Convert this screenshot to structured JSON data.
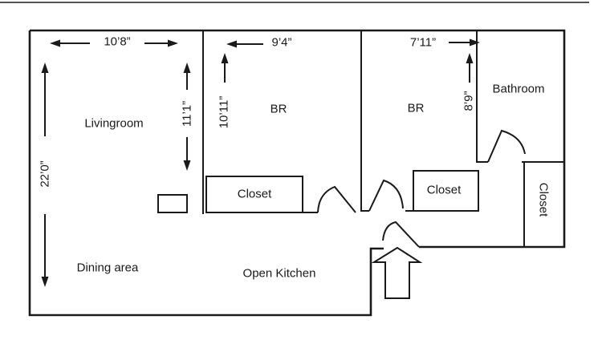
{
  "diagram_type": "apartment-floor-plan",
  "colors": {
    "line": "#1a1a1a",
    "background": "#ffffff"
  },
  "rooms": {
    "livingroom": "Livingroom",
    "bedroom1": "BR",
    "bedroom2": "BR",
    "bathroom": "Bathroom",
    "closet_bedroom1": "Closet",
    "closet_bedroom2": "Closet",
    "closet_hall": "Closet",
    "dining": "Dining area",
    "kitchen": "Open Kitchen"
  },
  "dimensions": {
    "livingroom_width": "10’8”",
    "bedroom1_width": "9’4”",
    "bedroom2_width": "7’11”",
    "livingroom_height": "11’1”",
    "bedroom1_height": "10’11”",
    "bedroom2_height": "8’9”",
    "overall_height": "22’0”"
  }
}
